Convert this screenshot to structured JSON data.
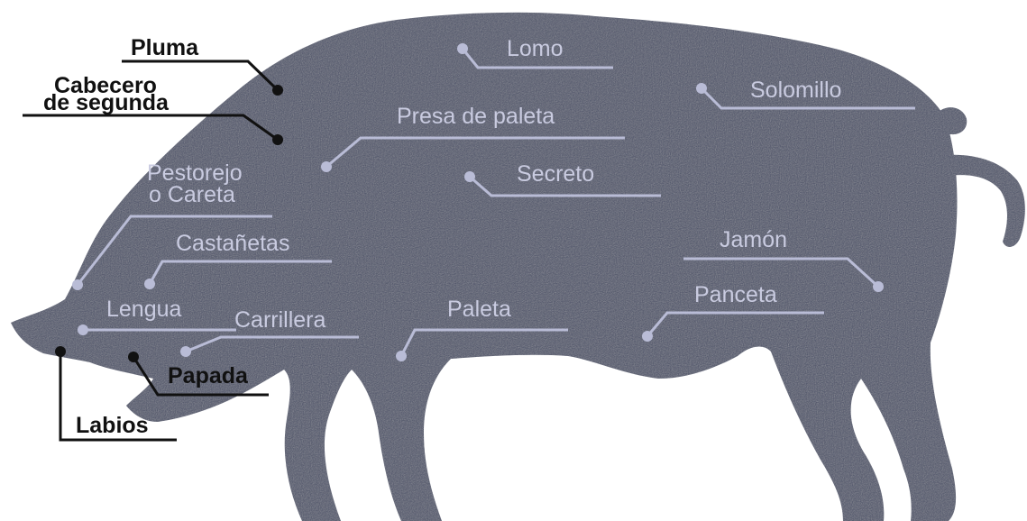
{
  "colors": {
    "body": "#4a5068",
    "inside_label": "#c9cbe0",
    "outside_label": "#111111",
    "background": "#ffffff"
  },
  "labels": {
    "pluma": "Pluma",
    "cabecero_1": "Cabecero",
    "cabecero_2": "de segunda",
    "lomo": "Lomo",
    "solomillo": "Solomillo",
    "presa": "Presa de paleta",
    "secreto": "Secreto",
    "pestorejo_1": "Pestorejo",
    "pestorejo_2": "o Careta",
    "castanetas": "Castañetas",
    "jamon": "Jamón",
    "lengua": "Lengua",
    "carrillera": "Carrillera",
    "paleta": "Paleta",
    "panceta": "Panceta",
    "papada": "Papada",
    "labios": "Labios"
  }
}
